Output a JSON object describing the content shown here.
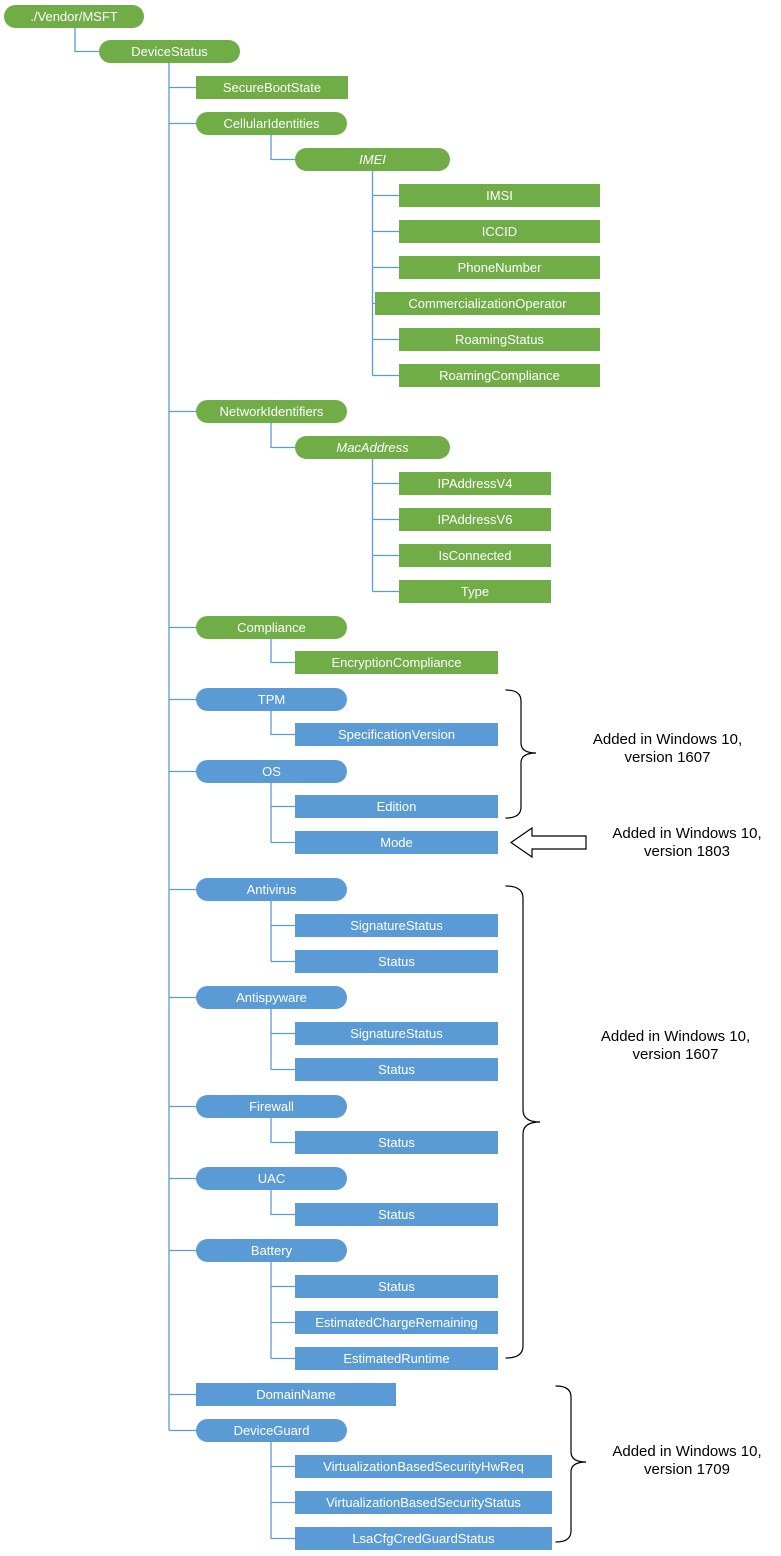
{
  "nodes": {
    "vendor_msft": "./Vendor/MSFT",
    "device_status": "DeviceStatus",
    "secure_boot_state": "SecureBootState",
    "cellular_identities": "CellularIdentities",
    "imei": "IMEI",
    "imsi": "IMSI",
    "iccid": "ICCID",
    "phone_number": "PhoneNumber",
    "commercialization_operator": "CommercializationOperator",
    "roaming_status": "RoamingStatus",
    "roaming_compliance": "RoamingCompliance",
    "network_identifiers": "NetworkIdentifiers",
    "mac_address": "MacAddress",
    "ip_address_v4": "IPAddressV4",
    "ip_address_v6": "IPAddressV6",
    "is_connected": "IsConnected",
    "type": "Type",
    "compliance": "Compliance",
    "encryption_compliance": "EncryptionCompliance",
    "tpm": "TPM",
    "specification_version": "SpecificationVersion",
    "os": "OS",
    "edition": "Edition",
    "mode": "Mode",
    "antivirus": "Antivirus",
    "antivirus_signature_status": "SignatureStatus",
    "antivirus_status": "Status",
    "antispyware": "Antispyware",
    "antispyware_signature_status": "SignatureStatus",
    "antispyware_status": "Status",
    "firewall": "Firewall",
    "firewall_status": "Status",
    "uac": "UAC",
    "uac_status": "Status",
    "battery": "Battery",
    "battery_status": "Status",
    "estimated_charge_remaining": "EstimatedChargeRemaining",
    "estimated_runtime": "EstimatedRuntime",
    "domain_name": "DomainName",
    "device_guard": "DeviceGuard",
    "virtualization_based_security_hw_req": "VirtualizationBasedSecurityHwReq",
    "virtualization_based_security_status": "VirtualizationBasedSecurityStatus",
    "lsa_cfg_cred_guard_status": "LsaCfgCredGuardStatus"
  },
  "annotations": {
    "win10_1607_tpm_os": "Added in Windows 10,\nversion 1607",
    "win10_1803_mode": "Added in Windows 10,\nversion 1803",
    "win10_1607_security": "Added in Windows 10,\nversion 1607",
    "win10_1709_device_guard": "Added in Windows 10,\nversion 1709"
  },
  "colors": {
    "green_node": "#70AD47",
    "blue_node": "#5B9BD5",
    "connector": "#5B9BD5",
    "annotation_text": "#000000",
    "background": "#FFFFFF"
  }
}
